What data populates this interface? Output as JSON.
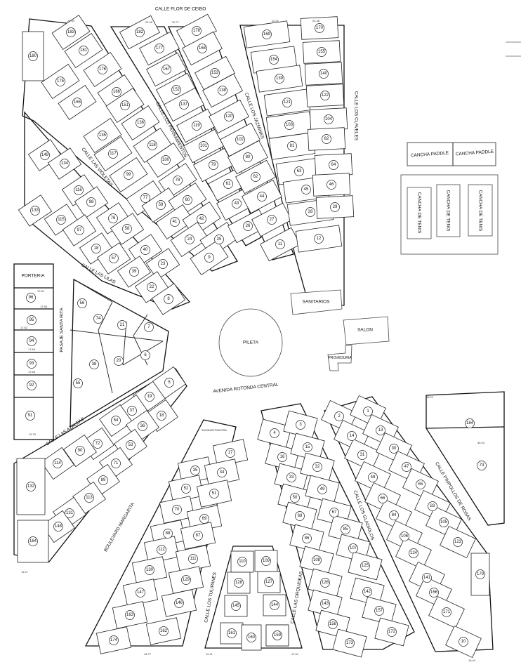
{
  "streets": {
    "flor_de_ceibo": "CALLE FLOR DE CEIBO",
    "los_claveles": "CALLE LOS CLAVELES",
    "los_jazmines": "CALLE LOS JAZMINES",
    "los_pensamientos": "CALLE LOS PENSAMIENTOS",
    "las_violetas": "CALLE LAS VIOLETAS",
    "las_lilas": "CALLE LAS LILAS",
    "pasaje_santa_rita": "PASAJE SANTA RITA",
    "avenida_rotonda_central": "AVENIDA ROTONDA CENTRAL",
    "las_azaleas": "CALLE LAS AZALEAS",
    "boulevard_margarita": "BOULEVARD MARGARITA",
    "los_tulipanes": "CALLE LOS TULIPANES",
    "las_orquideas": "CALLE LAS ORQUIDEAS",
    "los_gladiolos": "CALLE LOS GLADIOLOS",
    "pimpollos_de_rosas": "CALLE PIMPOLLOS DE ROSAS"
  },
  "facilities": {
    "porteria": "PORTERIA",
    "pileta": "PILETA",
    "sanitarios": "SANITARIOS",
    "salon": "SALON",
    "proveduria": "PROVEDURIA",
    "cancha_paddle_1": "CANCHA PADDLE",
    "cancha_paddle_2": "CANCHA PADDLE",
    "cancha_tenis_1": "CANCHA DE TENIS",
    "cancha_tenis_2": "CANCHA DE TENIS",
    "cancha_tenis_3": "CANCHA DE TENIS",
    "suministradora": "SUMINISTRADORA"
  },
  "dimensions": [
    "27.44",
    "22.46",
    "20.77",
    "22.21",
    "24.38",
    "38.11",
    "35.34",
    "17.81",
    "17.58",
    "17.62",
    "17.60",
    "17.66",
    "19.79",
    "11.27",
    "16.11",
    "18.77",
    "17.01",
    "16.44"
  ],
  "lots": {
    "porteria_column": [
      "96",
      "95",
      "94",
      "93",
      "92",
      "91"
    ],
    "blocks": [
      "183",
      "180",
      "181",
      "175",
      "176",
      "165",
      "166",
      "159",
      "151",
      "135",
      "136",
      "117",
      "118",
      "99",
      "100",
      "77",
      "78",
      "59",
      "60",
      "41",
      "42",
      "24",
      "25",
      "9",
      "182",
      "177",
      "167",
      "152",
      "137",
      "119",
      "101",
      "79",
      "61",
      "43",
      "26",
      "178",
      "168",
      "153",
      "138",
      "120",
      "102",
      "80",
      "62",
      "44",
      "27",
      "11",
      "169",
      "154",
      "139",
      "121",
      "103",
      "81",
      "63",
      "45",
      "28",
      "12",
      "170",
      "155",
      "140",
      "122",
      "104",
      "82",
      "64",
      "46",
      "29",
      "149",
      "134",
      "116",
      "98",
      "133",
      "115",
      "97",
      "76",
      "58",
      "18a",
      "57",
      "40",
      "39",
      "23",
      "22",
      "8",
      "56",
      "74",
      "21",
      "7",
      "38",
      "20",
      "6",
      "55",
      "19",
      "5",
      "37",
      "18",
      "54",
      "36",
      "72",
      "90",
      "53",
      "114",
      "71",
      "89",
      "132",
      "113",
      "131",
      "148",
      "164",
      "17",
      "35",
      "34",
      "52",
      "51",
      "70",
      "69",
      "88",
      "87",
      "112",
      "111",
      "130",
      "129",
      "147",
      "146",
      "163",
      "162",
      "174",
      "110",
      "109",
      "128",
      "127",
      "145",
      "144",
      "161",
      "160",
      "159",
      "4",
      "3",
      "16",
      "15",
      "33",
      "32",
      "50",
      "49",
      "68",
      "67",
      "86",
      "85",
      "108",
      "107",
      "126",
      "125",
      "143",
      "142",
      "158",
      "157",
      "173",
      "172",
      "2",
      "1",
      "14",
      "13",
      "31",
      "30",
      "48",
      "47",
      "66",
      "65",
      "84",
      "83",
      "106",
      "105",
      "124",
      "123",
      "141",
      "179",
      "156",
      "171",
      "10",
      "184",
      "73"
    ]
  }
}
